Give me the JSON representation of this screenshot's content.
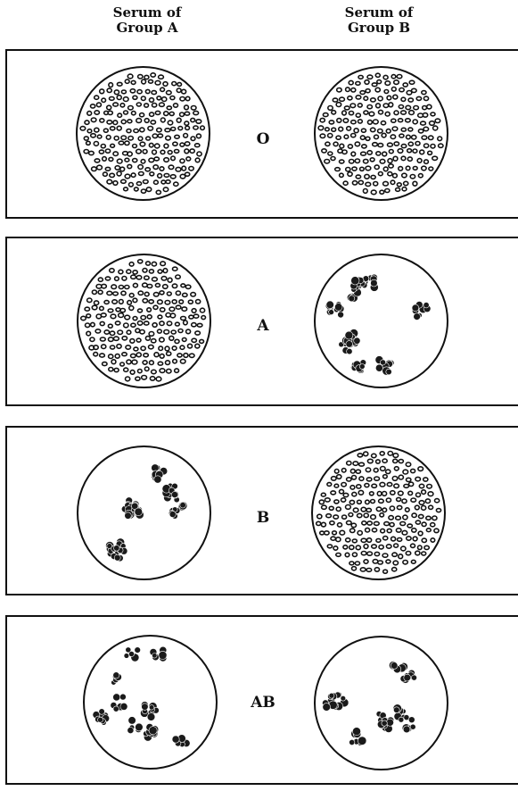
{
  "header": {
    "col_a": {
      "line1": "Serum of",
      "line2": "Group A"
    },
    "col_b": {
      "line1": "Serum of",
      "line2": "Group B"
    }
  },
  "rows": [
    {
      "group": "O",
      "serum_a": "dispersed",
      "serum_b": "dispersed"
    },
    {
      "group": "A",
      "serum_a": "dispersed",
      "serum_b": "clumped"
    },
    {
      "group": "B",
      "serum_a": "clumped",
      "serum_b": "dispersed"
    },
    {
      "group": "AB",
      "serum_a": "clumped",
      "serum_b": "clumped"
    }
  ]
}
